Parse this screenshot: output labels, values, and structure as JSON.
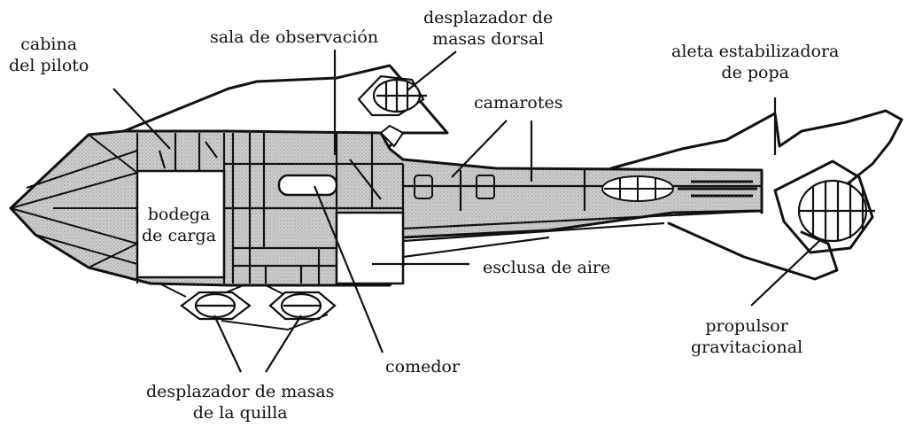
{
  "labels": {
    "cockpit": [
      "cabina",
      "del piloto"
    ],
    "observation": [
      "sala de observación"
    ],
    "dorsal": [
      "desplazador de",
      "masas dorsal"
    ],
    "fin": [
      "aleta estabilizadora",
      "de popa"
    ],
    "cabins": [
      "camarotes"
    ],
    "cargo": [
      "bodega",
      "de carga"
    ],
    "airlock": [
      "esclusa de aire"
    ],
    "propulsor": [
      "propulsor",
      "gravitacional"
    ],
    "galley": [
      "comedor"
    ],
    "keel": [
      "desplazador de masas",
      "de la quilla"
    ]
  },
  "colors": {
    "ink": "#111111",
    "hull_fill": "#c8c8c8",
    "paper": "#ffffff"
  }
}
